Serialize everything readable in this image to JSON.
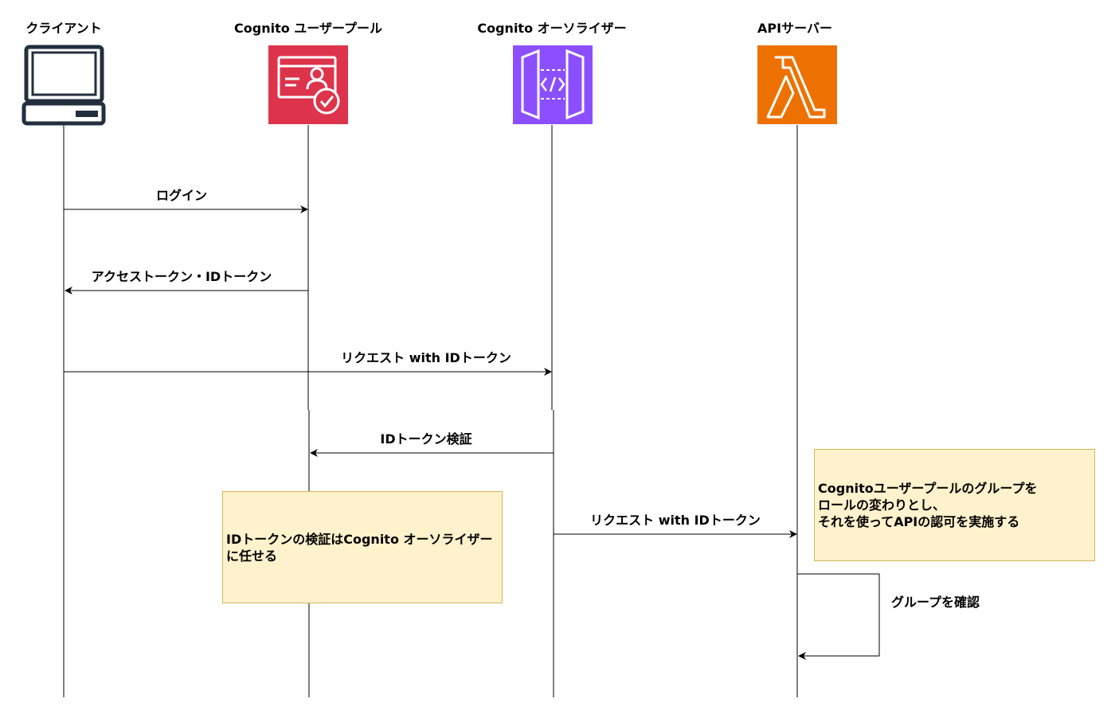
{
  "actors": [
    {
      "id": "client",
      "label": "クライアント",
      "icon": "laptop-icon",
      "color": "#232f3e"
    },
    {
      "id": "userpool",
      "label": "Cognito ユーザープール",
      "icon": "cognito-user-pool-icon",
      "color": "#dd344c"
    },
    {
      "id": "authorizer",
      "label": "Cognito オーソライザー",
      "icon": "api-gateway-icon",
      "color": "#8c4fff"
    },
    {
      "id": "api",
      "label": "APIサーバー",
      "icon": "lambda-icon",
      "color": "#ed7100"
    }
  ],
  "messages": [
    {
      "id": "login",
      "label": "ログイン",
      "from": "client",
      "to": "userpool"
    },
    {
      "id": "tokens",
      "label": "アクセストークン・IDトークン",
      "from": "userpool",
      "to": "client"
    },
    {
      "id": "request-authorizer",
      "label": "リクエスト with IDトークン",
      "from": "client",
      "to": "authorizer"
    },
    {
      "id": "verify",
      "label": "IDトークン検証",
      "from": "authorizer",
      "to": "userpool"
    },
    {
      "id": "request-api",
      "label": "リクエスト with IDトークン",
      "from": "authorizer",
      "to": "api"
    },
    {
      "id": "check-group",
      "label": "グループを確認",
      "from": "api",
      "to": "api"
    }
  ],
  "notes": [
    {
      "id": "note-verify",
      "text": "IDトークンの検証はCognito オーソライザーに任せる"
    },
    {
      "id": "note-group",
      "text": "Cognitoユーザープールのグループを\nロールの変わりとし、\nそれを使ってAPIの認可を実施する"
    }
  ],
  "colors": {
    "note_fill": "#fff2cc",
    "note_border": "#d6b656",
    "line": "#000000"
  }
}
